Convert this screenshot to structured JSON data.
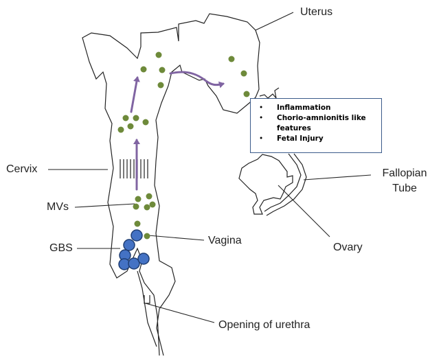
{
  "labels": {
    "uterus": "Uterus",
    "cervix": "Cervix",
    "mvs": "MVs",
    "gbs": "GBS",
    "vagina": "Vagina",
    "fallopian_line1": "Fallopian",
    "fallopian_line2": "Tube",
    "ovary": "Ovary",
    "urethra": "Opening of urethra"
  },
  "effects_box": {
    "items": [
      "Inflammation",
      "Chorio-amnionitis like features",
      "Fetal Injury"
    ],
    "bullet": "•"
  },
  "colors": {
    "mv_dot": "#6e8a3a",
    "gbs_fill": "#4472c4",
    "gbs_stroke": "#1f3e73",
    "arrow": "#8064a2",
    "outline": "#222222",
    "box_border": "#3a5a8a"
  }
}
